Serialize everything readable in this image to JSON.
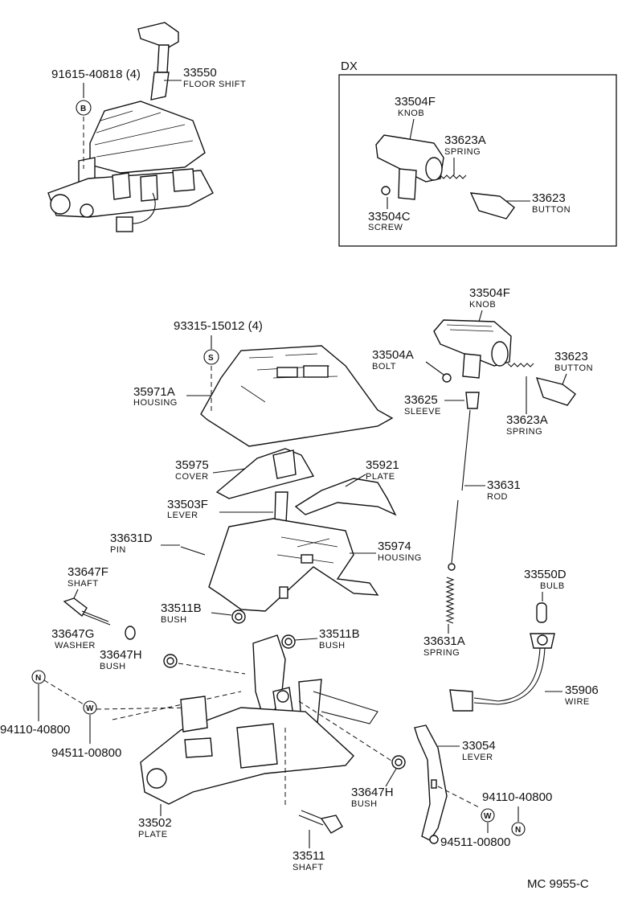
{
  "dx_box": {
    "title": "DX"
  },
  "labels": {
    "p91615": {
      "pn": "91615-40818 (4)"
    },
    "p33550": {
      "pn": "33550",
      "nm": "FLOOR SHIFT"
    },
    "sym_b": "B",
    "dx_33504F": {
      "pn": "33504F",
      "nm": "KNOB"
    },
    "dx_33623A": {
      "pn": "33623A",
      "nm": "SPRING"
    },
    "dx_33623": {
      "pn": "33623",
      "nm": "BUTTON"
    },
    "dx_33504C": {
      "pn": "33504C",
      "nm": "SCREW"
    },
    "p93315": {
      "pn": "93315-15012 (4)"
    },
    "sym_s": "S",
    "p35971A": {
      "pn": "35971A",
      "nm": "HOUSING"
    },
    "p35975": {
      "pn": "35975",
      "nm": "COVER"
    },
    "p35921": {
      "pn": "35921",
      "nm": "PLATE"
    },
    "p33503F": {
      "pn": "33503F",
      "nm": "LEVER"
    },
    "p33631D": {
      "pn": "33631D",
      "nm": "PIN"
    },
    "p35974": {
      "pn": "35974",
      "nm": "HOUSING"
    },
    "p33647F": {
      "pn": "33647F",
      "nm": "SHAFT"
    },
    "p33511B_l": {
      "pn": "33511B",
      "nm": "BUSH"
    },
    "p33511B_r": {
      "pn": "33511B",
      "nm": "BUSH"
    },
    "p33647G": {
      "pn": "33647G",
      "nm": "WASHER"
    },
    "p33647H_l": {
      "pn": "33647H",
      "nm": "BUSH"
    },
    "sym_n_l": "N",
    "sym_w_l": "W",
    "p94110_l": {
      "pn": "94110-40800"
    },
    "p94511_l": {
      "pn": "94511-00800"
    },
    "p33502": {
      "pn": "33502",
      "nm": "PLATE"
    },
    "p33511": {
      "pn": "33511",
      "nm": "SHAFT"
    },
    "p33647H_r": {
      "pn": "33647H",
      "nm": "BUSH"
    },
    "p33504F": {
      "pn": "33504F",
      "nm": "KNOB"
    },
    "p33504A": {
      "pn": "33504A",
      "nm": "BOLT"
    },
    "p33623": {
      "pn": "33623",
      "nm": "BUTTON"
    },
    "p33625": {
      "pn": "33625",
      "nm": "SLEEVE"
    },
    "p33623A": {
      "pn": "33623A",
      "nm": "SPRING"
    },
    "p33631": {
      "pn": "33631",
      "nm": "ROD"
    },
    "p33631A": {
      "pn": "33631A",
      "nm": "SPRING"
    },
    "p33550D": {
      "pn": "33550D",
      "nm": "BULB"
    },
    "p35906": {
      "pn": "35906",
      "nm": "WIRE"
    },
    "p33054": {
      "pn": "33054",
      "nm": "LEVER"
    },
    "p94110_r": {
      "pn": "94110-40800"
    },
    "sym_w_r": "W",
    "sym_n_r": "N",
    "p94511_r": {
      "pn": "94511-00800"
    }
  },
  "footer": {
    "ref": "MC  9955-C"
  }
}
